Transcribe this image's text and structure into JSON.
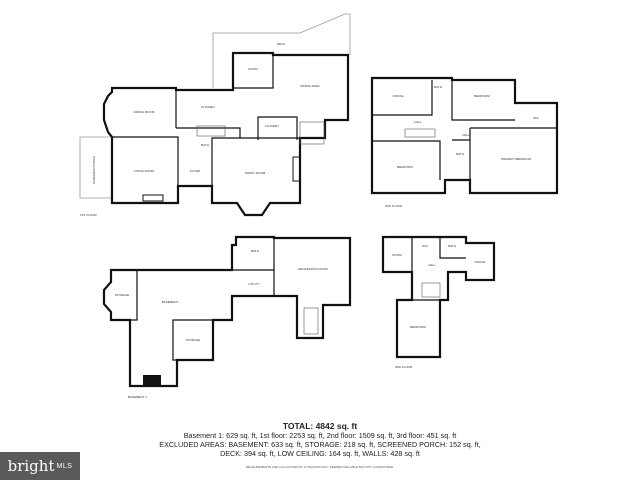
{
  "floors": {
    "first": {
      "label": "1ST FLOOR",
      "rooms": [
        "DECK",
        "ROOM",
        "DINING AREA",
        "DINING ROOM",
        "KITCHEN",
        "LAUNDRY",
        "BATH",
        "LIVING ROOM",
        "FOYER",
        "FAMILY ROOM",
        "SCREENED PORCH"
      ]
    },
    "second": {
      "label": "2ND FLOOR",
      "rooms": [
        "OFFICE",
        "BATH",
        "BEDROOM",
        "HALL",
        "WIC",
        "HALL",
        "BATH",
        "BEDROOM",
        "PRIMARY BEDROOM"
      ]
    },
    "basement": {
      "label": "BASEMENT 1",
      "rooms": [
        "STORAGE",
        "BASEMENT",
        "STORAGE",
        "BATH",
        "UTILITY",
        "RECREATION ROOM"
      ]
    },
    "third": {
      "label": "3RD FLOOR",
      "rooms": [
        "ROOM",
        "WIC",
        "BATH",
        "HALL",
        "OFFICE",
        "BEDROOM"
      ]
    }
  },
  "summary": {
    "total": "TOTAL: 4842 sq. ft",
    "line1": "Basement 1: 629 sq. ft, 1st floor: 2253 sq. ft, 2nd floor: 1509 sq. ft, 3rd floor: 451 sq. ft",
    "line2": "EXCLUDED AREAS: BASEMENT: 633 sq. ft, STORAGE: 218 sq. ft, SCREENED PORCH: 152 sq. ft,",
    "line3": "DECK: 394 sq. ft, LOW CEILING: 164 sq. ft, WALLS: 428 sq. ft",
    "disclaimer": "MEASUREMENTS ARE CALCULATED BY AI TECHNOLOGY. DEEMED RELIABLE BUT NOT GUARANTEED."
  },
  "logo": {
    "brand": "bright",
    "suffix": "MLS",
    "background": "#5a5a5a"
  }
}
